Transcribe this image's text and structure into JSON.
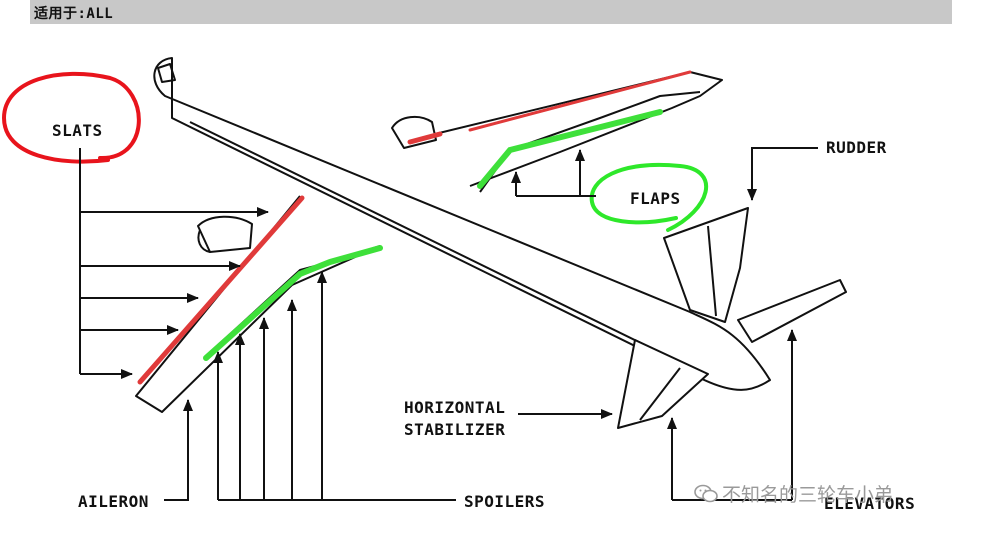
{
  "header": {
    "text": "适用于:ALL"
  },
  "labels": {
    "slats": "SLATS",
    "flaps": "FLAPS",
    "rudder": "RUDDER",
    "horizontal_stabilizer_line1": "HORIZONTAL",
    "horizontal_stabilizer_line2": "STABILIZER",
    "aileron": "AILERON",
    "spoilers": "SPOILERS",
    "elevators": "ELEVATORS"
  },
  "watermark": {
    "text": "不知名的三轮车小弟"
  },
  "colors": {
    "slat_highlight": "#e03a3a",
    "flap_highlight": "#3ee03a",
    "circle_red": "#e8141c",
    "circle_green": "#2ee82a",
    "header_bg": "#c8c8c8"
  },
  "icons": [
    "wechat-icon"
  ]
}
